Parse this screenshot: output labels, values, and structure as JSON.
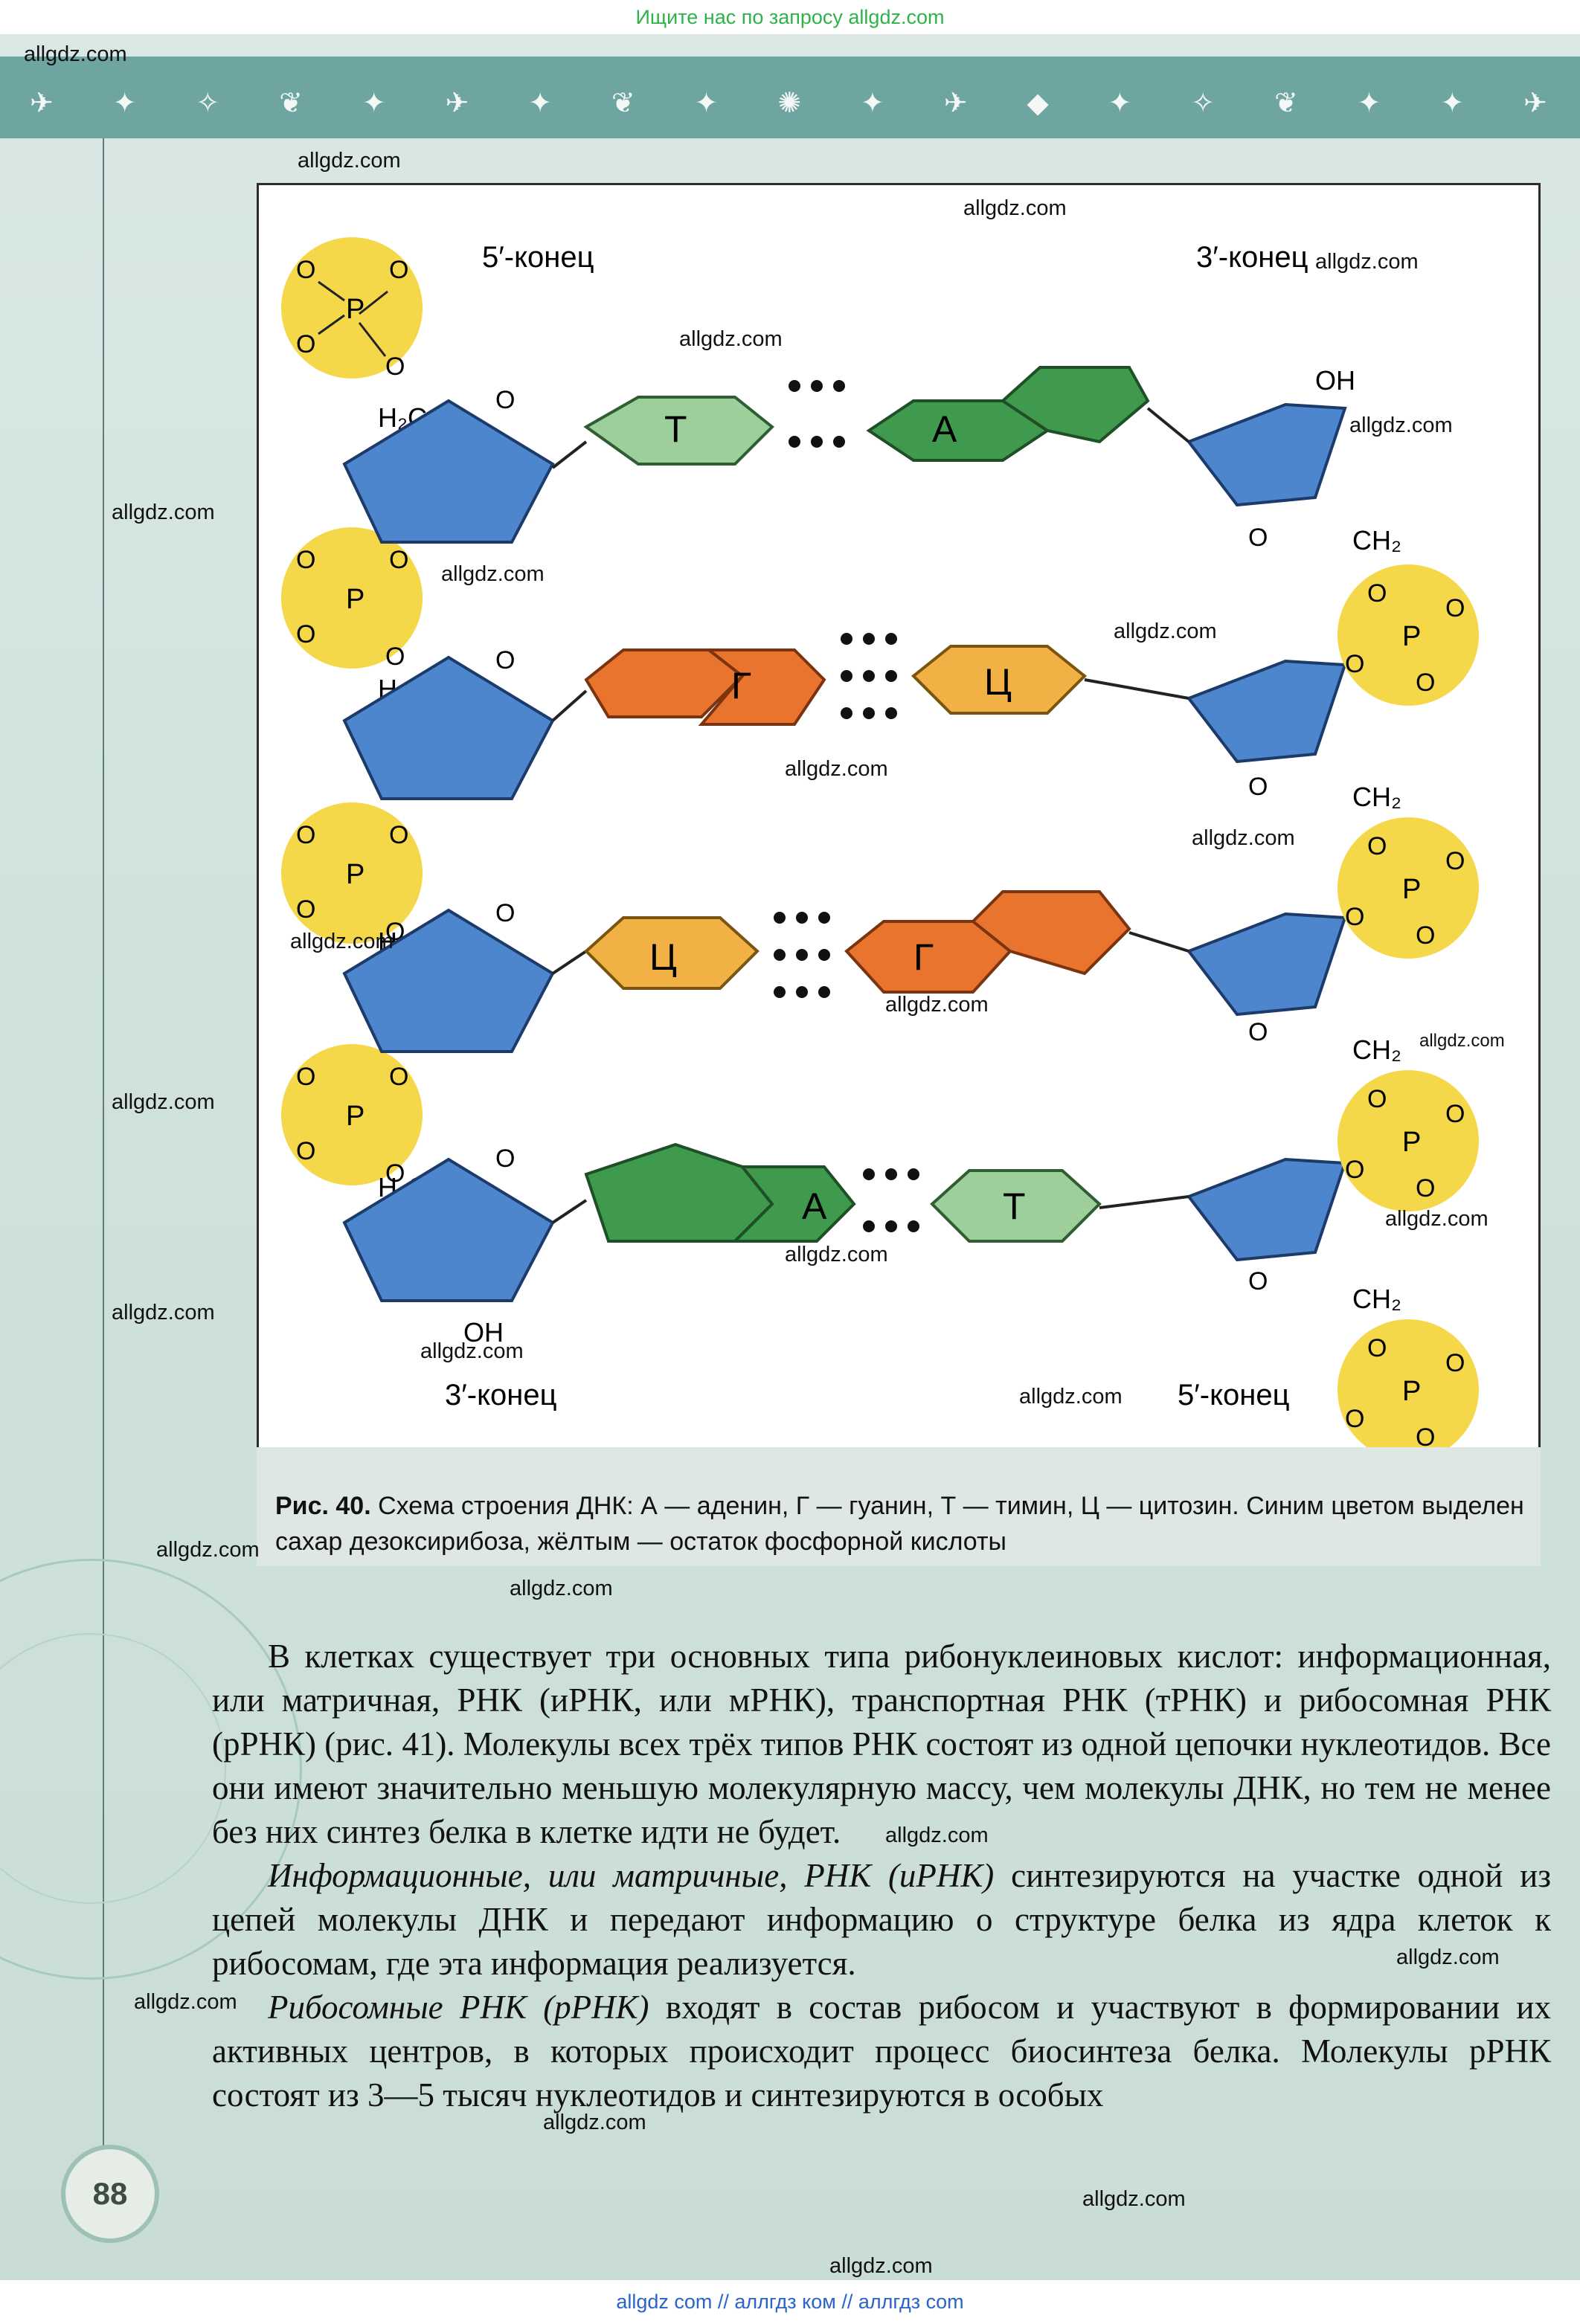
{
  "banner_top": "Ищите нас по запросу allgdz.com",
  "banner_bottom": "allgdz com  //  аллгдз ком  //  аллгдз com",
  "page_number": "88",
  "colors": {
    "phosphate": "#f5d84a",
    "sugar": "#4d86cc",
    "adenine": "#3f9a4d",
    "thymine": "#9ccf9b",
    "guanine": "#e8742e",
    "cytosine": "#f1b144",
    "header_strip": "#6ea5a0"
  },
  "figure": {
    "label_5prime_top": "5′-конец",
    "label_3prime_top": "3′-конец",
    "label_3prime_bottom": "3′-конец",
    "label_5prime_bottom": "5′-конец",
    "oh": "OH",
    "h2c": "H₂C",
    "ch2": "CH₂",
    "atom_p": "P",
    "atom_o": "O",
    "base_pairs": [
      {
        "left": "Т",
        "right": "А"
      },
      {
        "left": "Г",
        "right": "Ц"
      },
      {
        "left": "Ц",
        "right": "Г"
      },
      {
        "left": "А",
        "right": "Т"
      }
    ]
  },
  "caption": {
    "label": "Рис. 40.",
    "text": "Схема строения ДНК: А — аденин, Г — гуанин, Т — тимин, Ц — цитозин. Синим цветом выделен сахар дезоксирибоза, жёлтым — остаток фосфорной кислоты"
  },
  "body": {
    "p1": "В клетках существует три основных типа рибонуклеиновых кислот: информационная, или матричная, РНК (иРНК, или мРНК), транспортная РНК (тРНК) и рибосомная РНК (рРНК) (рис. 41). Молекулы всех трёх типов РНК состоят из одной цепочки нуклеотидов. Все они имеют значительно меньшую молекулярную массу, чем молекулы ДНК, но тем не менее без них синтез белка в клетке идти не будет.",
    "p2_italic": "Информационные, или матричные, РНК (иРНК)",
    "p2_rest": " синтезируются на участке одной из цепей молекулы ДНК и передают информацию о структуре белка из ядра клеток к рибосомам, где эта информация реализуется.",
    "p3_italic": "Рибосомные РНК (рРНК)",
    "p3_rest": " входят в состав рибосом и участвуют в формировании их активных центров, в которых происходит процесс биосинтеза белка. Молекулы рРНК состоят из 3—5 тысяч нуклеотидов и синтезируются в особых"
  },
  "watermark": "allgdz.com"
}
